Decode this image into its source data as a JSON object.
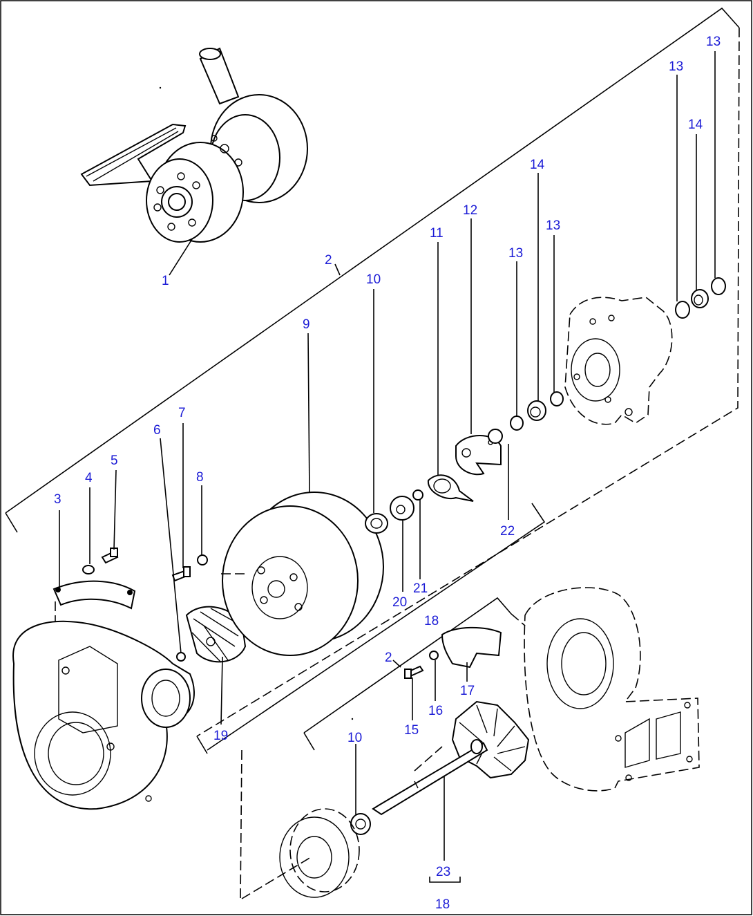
{
  "diagram": {
    "type": "exploded-parts",
    "callouts": [
      {
        "id": "c1",
        "label": "1"
      },
      {
        "id": "c2a",
        "label": "2"
      },
      {
        "id": "c2b",
        "label": "2"
      },
      {
        "id": "c3",
        "label": "3"
      },
      {
        "id": "c4",
        "label": "4"
      },
      {
        "id": "c5",
        "label": "5"
      },
      {
        "id": "c6",
        "label": "6"
      },
      {
        "id": "c7",
        "label": "7"
      },
      {
        "id": "c8",
        "label": "8"
      },
      {
        "id": "c9",
        "label": "9"
      },
      {
        "id": "c10a",
        "label": "10"
      },
      {
        "id": "c10b",
        "label": "10"
      },
      {
        "id": "c11",
        "label": "11"
      },
      {
        "id": "c12",
        "label": "12"
      },
      {
        "id": "c13a",
        "label": "13"
      },
      {
        "id": "c13b",
        "label": "13"
      },
      {
        "id": "c13c",
        "label": "13"
      },
      {
        "id": "c13d",
        "label": "13"
      },
      {
        "id": "c14a",
        "label": "14"
      },
      {
        "id": "c14b",
        "label": "14"
      },
      {
        "id": "c15",
        "label": "15"
      },
      {
        "id": "c16",
        "label": "16"
      },
      {
        "id": "c17",
        "label": "17"
      },
      {
        "id": "c18a",
        "label": "18"
      },
      {
        "id": "c18b",
        "label": "18"
      },
      {
        "id": "c19",
        "label": "19"
      },
      {
        "id": "c20",
        "label": "20"
      },
      {
        "id": "c21",
        "label": "21"
      },
      {
        "id": "c22",
        "label": "22"
      },
      {
        "id": "c23",
        "label": "23"
      }
    ],
    "colors": {
      "callout": "#1b1bd6",
      "line": "#000000",
      "background": "#ffffff"
    }
  }
}
